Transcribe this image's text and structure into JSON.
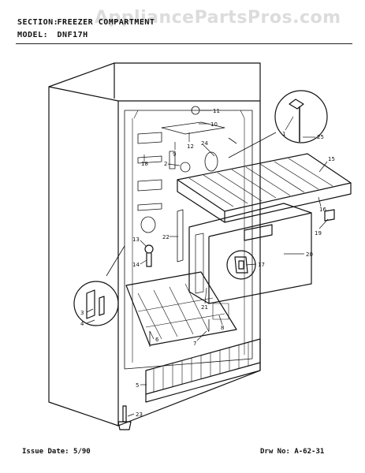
{
  "header": {
    "section_label": "SECTION:",
    "section_value": "FREEZER COMPARTMENT",
    "model_label": "MODEL:",
    "model_value": "DNF17H"
  },
  "watermark": "AppliancePartsPros.com",
  "footer": {
    "issue_date": "Issue Date: 5/90",
    "drawing_no": "Drw No: A-62-31"
  },
  "callouts": {
    "c1": "1",
    "c2": "2",
    "c3": "3",
    "c4": "4",
    "c5": "5",
    "c6": "6",
    "c7": "7",
    "c8": "8",
    "c9": "9",
    "c10": "10",
    "c11": "11",
    "c12": "12",
    "c13": "13",
    "c14": "14",
    "c15": "15",
    "c16": "16",
    "c17": "17",
    "c18": "18",
    "c19": "19",
    "c20": "20",
    "c21": "21",
    "c22": "22",
    "c23": "23",
    "c24": "24",
    "c25": "25"
  }
}
